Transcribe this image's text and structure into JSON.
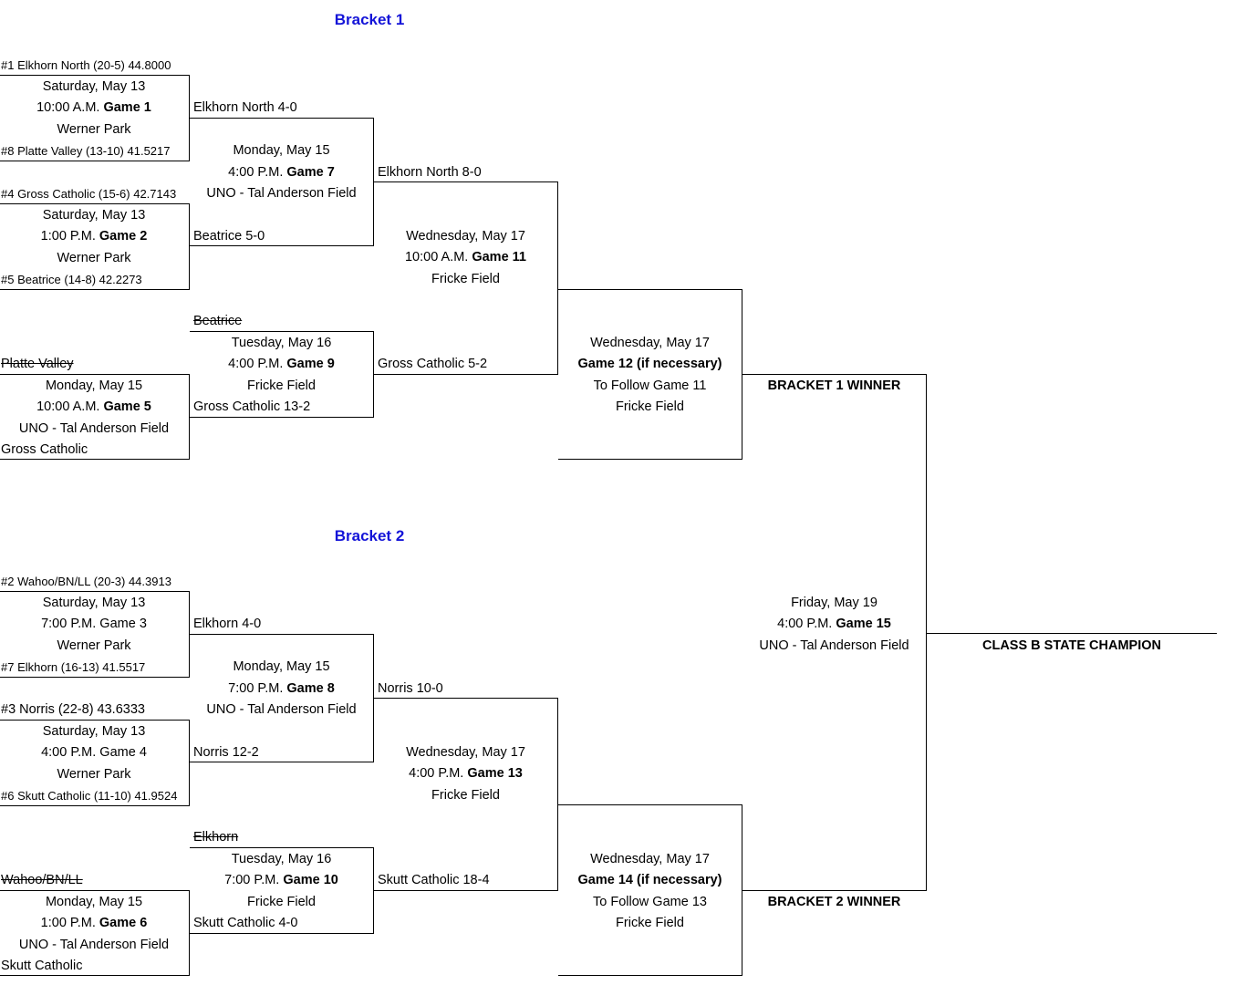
{
  "bracket1": {
    "title": "Bracket 1",
    "seed1": "#1 Elkhorn North (20-5) 44.8000",
    "seed8": "#8 Platte Valley (13-10) 41.5217",
    "seed4": "#4 Gross Catholic (15-6) 42.7143",
    "seed5": "#5 Beatrice (14-8) 42.2273",
    "game1": {
      "date": "Saturday, May 13",
      "time": "10:00 A.M.",
      "game": "Game 1",
      "venue": "Werner Park",
      "result": "Elkhorn North 4-0"
    },
    "game2": {
      "date": "Saturday, May 13",
      "time": "1:00 P.M.",
      "game": "Game 2",
      "venue": "Werner Park",
      "result": "Beatrice 5-0"
    },
    "game7": {
      "date": "Monday, May 15",
      "time": "4:00 P.M.",
      "game": "Game 7",
      "venue": "UNO - Tal Anderson Field",
      "result": "Elkhorn North 8-0"
    },
    "game5": {
      "top": "Platte Valley",
      "date": "Monday, May 15",
      "time": "10:00 A.M.",
      "game": "Game 5",
      "venue": "UNO - Tal Anderson Field",
      "bottom": "Gross Catholic"
    },
    "game9": {
      "top": "Beatrice",
      "date": "Tuesday, May 16",
      "time": "4:00 P.M.",
      "game": "Game 9",
      "venue": "Fricke Field",
      "bottom": "Gross Catholic 13-2",
      "result": "Gross Catholic 5-2"
    },
    "game11": {
      "date": "Wednesday, May 17",
      "time": "10:00 A.M.",
      "game": "Game 11",
      "venue": "Fricke Field"
    },
    "game12": {
      "date": "Wednesday, May 17",
      "game": "Game 12 (if necessary)",
      "note": "To Follow Game 11",
      "venue": "Fricke Field"
    },
    "winner": "BRACKET 1 WINNER"
  },
  "bracket2": {
    "title": "Bracket 2",
    "seed2": "#2 Wahoo/BN/LL (20-3) 44.3913",
    "seed7": "#7 Elkhorn (16-13) 41.5517",
    "seed3": "#3 Norris (22-8) 43.6333",
    "seed6": "#6 Skutt Catholic (11-10) 41.9524",
    "game3": {
      "date": "Saturday, May 13",
      "line": "7:00 P.M. Game 3",
      "venue": "Werner Park",
      "result": "Elkhorn 4-0"
    },
    "game4": {
      "date": "Saturday, May 13",
      "line": "4:00 P.M. Game 4",
      "venue": "Werner Park",
      "result": "Norris 12-2"
    },
    "game8": {
      "date": "Monday, May 15",
      "time": "7:00 P.M.",
      "game": "Game 8",
      "venue": "UNO - Tal Anderson Field",
      "result": "Norris 10-0"
    },
    "game6": {
      "top": "Wahoo/BN/LL",
      "date": "Monday, May 15",
      "time": "1:00 P.M.",
      "game": "Game 6",
      "venue": "UNO - Tal Anderson Field",
      "bottom": "Skutt Catholic"
    },
    "game10": {
      "top": "Elkhorn",
      "date": "Tuesday, May 16",
      "time": "7:00 P.M.",
      "game": "Game 10",
      "venue": "Fricke Field",
      "bottom": "Skutt Catholic 4-0",
      "result": "Skutt Catholic 18-4"
    },
    "game13": {
      "date": "Wednesday, May 17",
      "time": "4:00 P.M.",
      "game": "Game 13",
      "venue": "Fricke Field"
    },
    "game14": {
      "date": "Wednesday, May 17",
      "game": "Game 14 (if necessary)",
      "note": "To Follow Game 13",
      "venue": "Fricke Field"
    },
    "winner": "BRACKET 2 WINNER"
  },
  "final": {
    "date": "Friday, May 19",
    "time": "4:00 P.M.",
    "game": "Game 15",
    "venue": "UNO - Tal Anderson Field",
    "champion": "CLASS B STATE CHAMPION"
  }
}
